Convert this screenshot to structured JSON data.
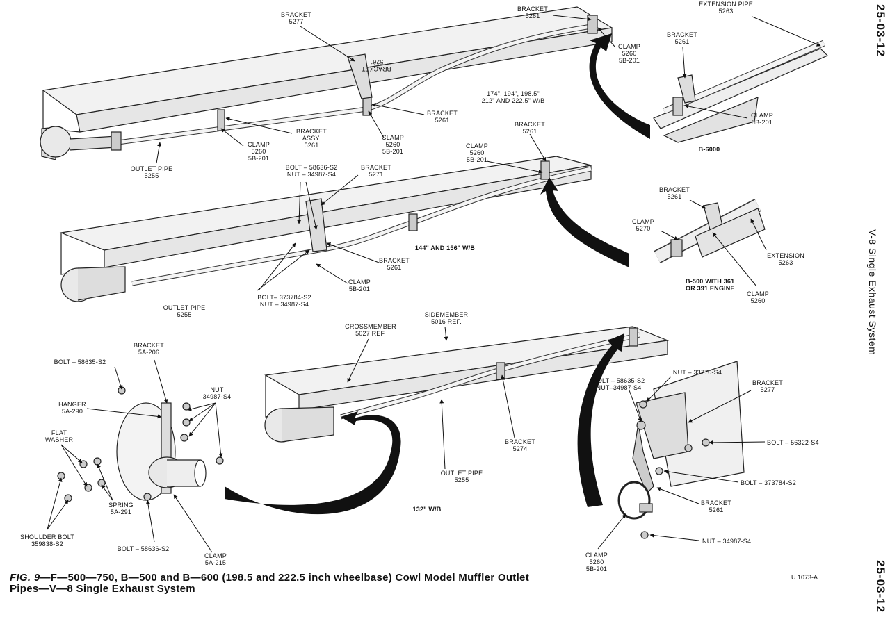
{
  "page_number_top": "25-03-12",
  "page_number_bottom": "25-03-12",
  "side_title": "V-8 Single Exhaust System",
  "caption": {
    "fig": "FIG. 9",
    "line1": "—F—500—750, B—500 and B—600 (198.5 and 222.5 inch wheelbase) Cowl Model Muffler Outlet",
    "line2": "Pipes—V—8 Single Exhaust System"
  },
  "reference_code": "U 1073-A",
  "labels": {
    "bracket_5277_top": "BRACKET\n5277",
    "bracket_5261_top": "BRACKET\n5261",
    "extension_pipe": "EXTENSION PIPE\n5263",
    "bracket_5261_b6000": "BRACKET\n5261",
    "clamp_5260_top": "CLAMP\n5260\n5B-201",
    "clamp_5b201_b6000": "CLAMP\n5B-201",
    "b6000": "B-6000",
    "wb_top": "174\", 194\", 198.5\"\n212\" AND 222.5\" W/B",
    "bracket_5261_mid1": "BRACKET\n5261",
    "bracket_assy": "BRACKET\nASSY.\n5261",
    "clamp_5260_mid": "CLAMP\n5260\n5B-201",
    "clamp_5260_left": "CLAMP\n5260\n5B-201",
    "outlet_pipe_top": "OUTLET PIPE\n5255",
    "upside_bracket": "BRACKET\n5261",
    "bracket_5261_d2": "BRACKET\n5261",
    "clamp_5260_d2": "CLAMP\n5260\n5B-201",
    "bolt_58636": "BOLT – 58636-S2\nNUT – 34987-S4",
    "bracket_5271": "BRACKET\n5271",
    "bracket_5261_b500": "BRACKET\n5261",
    "clamp_5270": "CLAMP\n5270",
    "wb_mid": "144\" AND 156\" W/B",
    "extension_5263": "EXTENSION\n5263",
    "bracket_5261_d2low": "BRACKET\n5261",
    "b500_engine": "B-500 WITH 361\nOR 391 ENGINE",
    "clamp_5b201_d2": "CLAMP\n5B-201",
    "clamp_5260_b500": "CLAMP\n5260",
    "bolt_373784": "BOLT– 373784-S2\nNUT – 34987-S4",
    "outlet_pipe_mid": "OUTLET PIPE\n5255",
    "sidemember": "SIDEMEMBER\n5016 REF.",
    "crossmember": "CROSSMEMBER\n5027 REF.",
    "bracket_5a206": "BRACKET\n5A-206",
    "bolt_58635": "BOLT – 58635-S2",
    "nut_34987_left": "NUT\n34987-S4",
    "hanger": "HANGER\n5A-290",
    "flat_washer": "FLAT\nWASHER",
    "spring": "SPRING\n5A-291",
    "shoulder_bolt": "SHOULDER BOLT\n359838-S2",
    "bolt_58636_bot": "BOLT – 58636-S2",
    "clamp_5a215": "CLAMP\n5A-215",
    "bracket_5274": "BRACKET\n5274",
    "outlet_pipe_bot": "OUTLET PIPE\n5255",
    "wb_bot": "132\" W/B",
    "nut_33770": "NUT – 33770-S4",
    "bolt_58635_r": "BOLT – 58635-S2\nNUT–34987-S4",
    "bracket_5277_r": "BRACKET\n5277",
    "bolt_56322": "BOLT – 56322-S4",
    "bolt_373784_r": "BOLT – 373784-S2",
    "bracket_5261_r": "BRACKET\n5261",
    "nut_34987_r": "NUT – 34987-S4",
    "clamp_5260_r": "CLAMP\n5260\n5B-201"
  }
}
